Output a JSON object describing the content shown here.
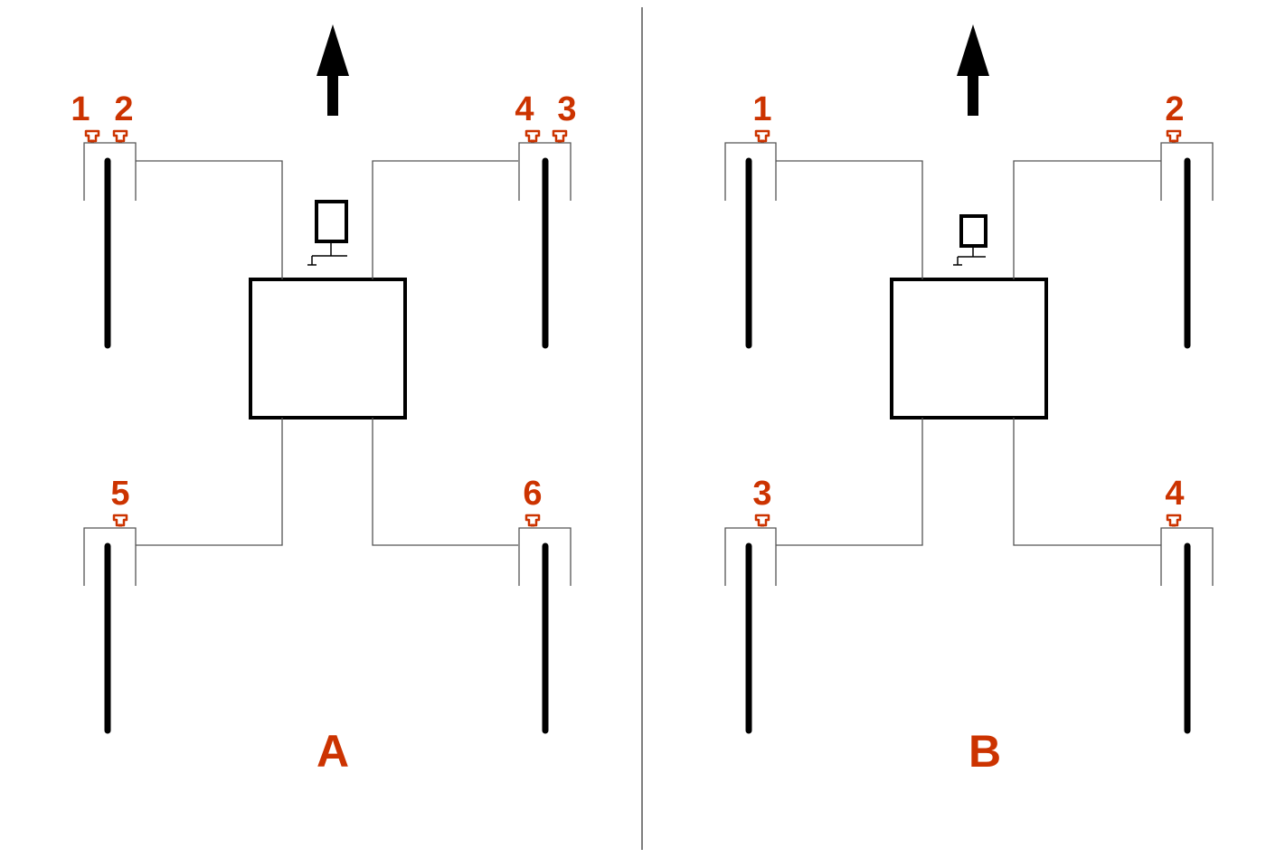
{
  "colors": {
    "accent": "#cc3300",
    "ink": "#000000",
    "wire": "#555555",
    "divider": "#555555"
  },
  "panels": [
    {
      "title": "A",
      "sensors": [
        {
          "label": "1",
          "icon": "sensor-icon"
        },
        {
          "label": "2",
          "icon": "sensor-icon"
        },
        {
          "label": "4",
          "icon": "sensor-icon"
        },
        {
          "label": "3",
          "icon": "sensor-icon"
        },
        {
          "label": "5",
          "icon": "sensor-icon"
        },
        {
          "label": "6",
          "icon": "sensor-icon"
        }
      ]
    },
    {
      "title": "B",
      "sensors": [
        {
          "label": "1",
          "icon": "sensor-icon"
        },
        {
          "label": "2",
          "icon": "sensor-icon"
        },
        {
          "label": "3",
          "icon": "sensor-icon"
        },
        {
          "label": "4",
          "icon": "sensor-icon"
        }
      ]
    }
  ],
  "icons": [
    "up-arrow-icon",
    "display-icon",
    "sensor-icon"
  ]
}
